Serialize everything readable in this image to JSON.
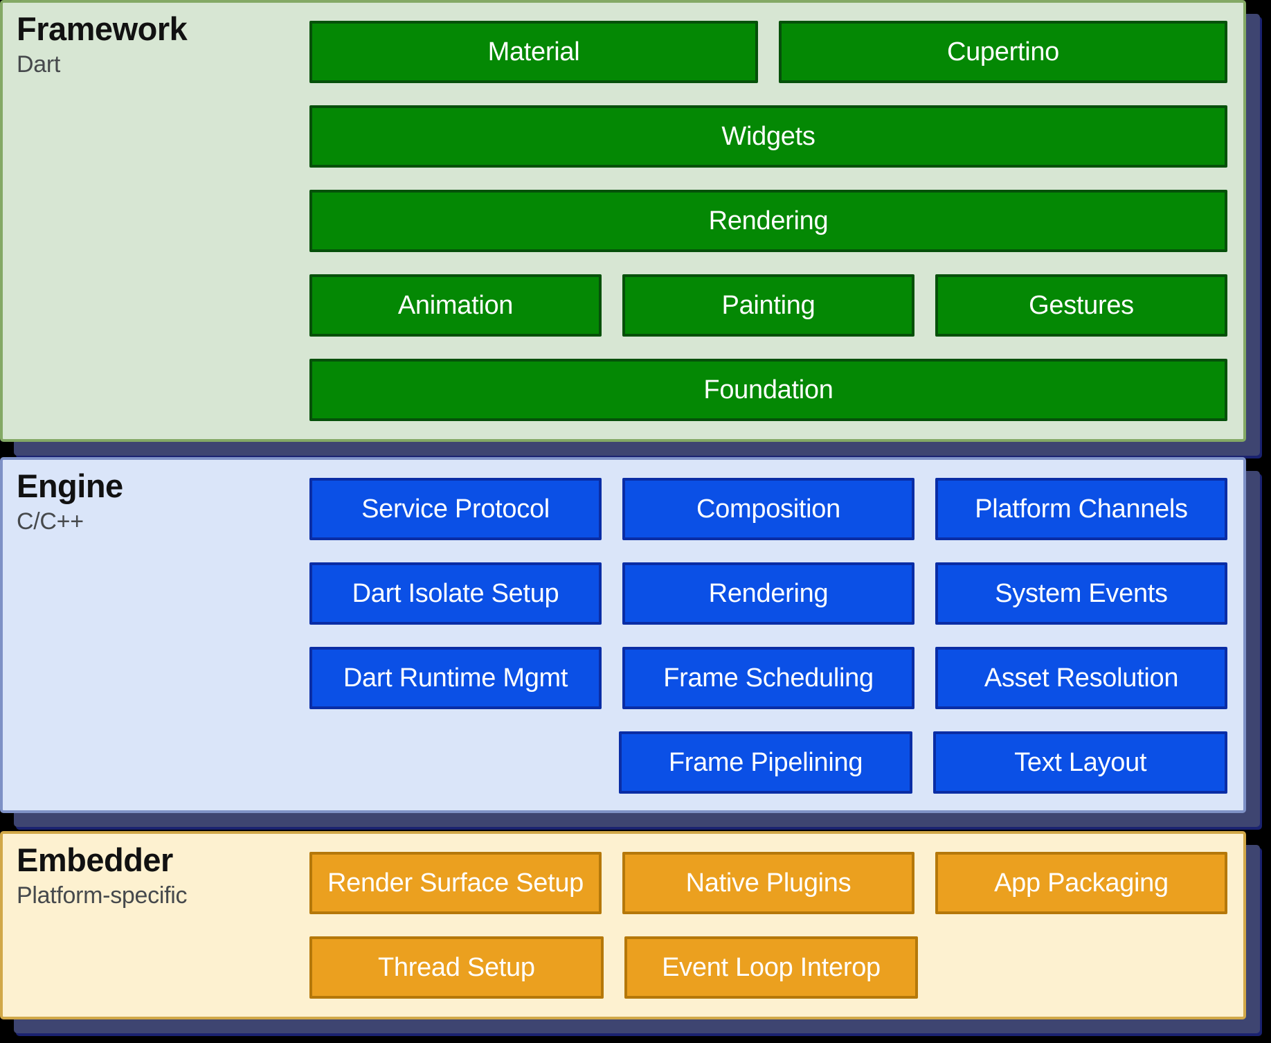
{
  "diagram": {
    "sections": [
      {
        "title": "Framework",
        "subtitle": "Dart",
        "rows": [
          [
            "Material",
            "Cupertino"
          ],
          [
            "Widgets"
          ],
          [
            "Rendering"
          ],
          [
            "Animation",
            "Painting",
            "Gestures"
          ],
          [
            "Foundation"
          ]
        ]
      },
      {
        "title": "Engine",
        "subtitle": "C/C++",
        "rows": [
          [
            "Service Protocol",
            "Composition",
            "Platform Channels"
          ],
          [
            "Dart Isolate Setup",
            "Rendering",
            "System Events"
          ],
          [
            "Dart Runtime Mgmt",
            "Frame Scheduling",
            "Asset Resolution"
          ],
          [
            "",
            "Frame Pipelining",
            "Text Layout"
          ]
        ]
      },
      {
        "title": "Embedder",
        "subtitle": "Platform-specific",
        "rows": [
          [
            "Render Surface Setup",
            "Native Plugins",
            "App Packaging"
          ],
          [
            "Thread Setup",
            "Event Loop Interop",
            ""
          ]
        ]
      }
    ],
    "colors": {
      "page_bg": "#000000",
      "framework_bg": "#d7e6d3",
      "framework_border": "#84a965",
      "framework_box": "#048804",
      "framework_box_border": "#05500a",
      "engine_bg": "#dae5f9",
      "engine_border": "#7e91c6",
      "engine_box": "#0b50e6",
      "engine_box_border": "#0a2da5",
      "embedder_bg": "#fdf1d0",
      "embedder_border": "#d1a848",
      "embedder_box": "#eba01f",
      "embedder_box_border": "#b5780a",
      "shadow": "#3e4571",
      "shadow_edge": "#1a2270",
      "box_text": "#ffffff",
      "title": "#111111",
      "subtitle": "#46494c"
    }
  }
}
